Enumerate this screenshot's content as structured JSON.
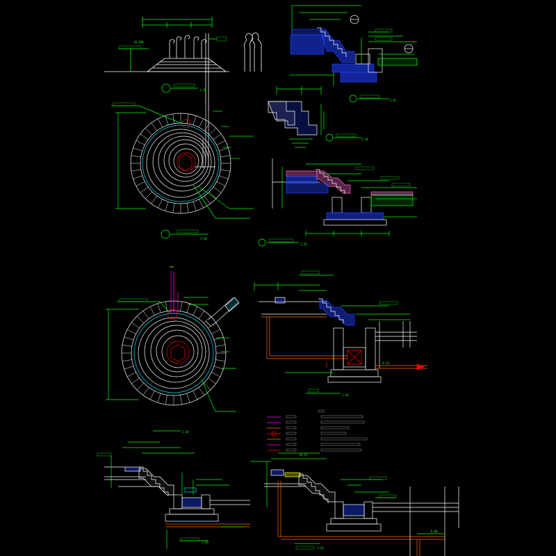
{
  "drawing": {
    "background": "#000000",
    "colors": {
      "dimension": "#00ff00",
      "outline": "#ffffff",
      "section": "#00e5ff",
      "water": "#1e40ff",
      "pipe": "#ff6a00",
      "accent": "#ff0000",
      "callout": "#ff00ff",
      "hatch_pink": "#ff66cc",
      "yellow": "#ffff00"
    },
    "scales": {
      "s1": "1:20",
      "s2": "1:10",
      "s3": "1:30",
      "s4": "1:10",
      "s5": "1:20",
      "s6": "1:30",
      "s7": "1:20",
      "s8": "1:20",
      "s9": "1:20"
    },
    "labels": {
      "l1": "+0.200",
      "l2": "0.00",
      "l3": "+0.15",
      "l4": "-0.24"
    }
  }
}
